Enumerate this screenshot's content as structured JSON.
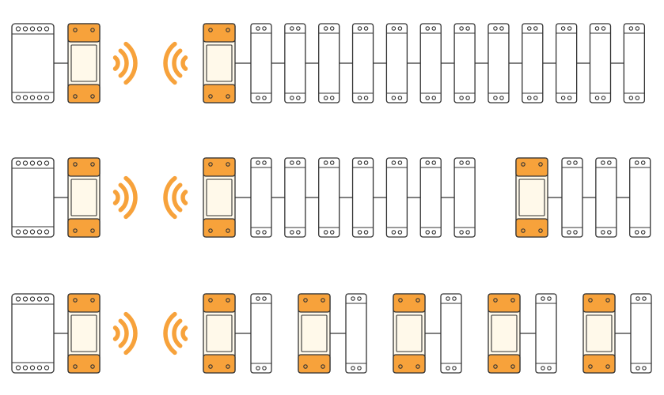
{
  "colors": {
    "outline": "#333333",
    "accent": "#F7A23B",
    "module_fill": "#FFF9EA",
    "body_fill": "#FFFFFF",
    "background": "#FFFFFF"
  },
  "rows": [
    {
      "row": 1,
      "components": [
        "controller",
        "wireless-transmitter",
        "signal-out",
        "signal-in",
        "wireless-receiver",
        "unit",
        "unit",
        "unit",
        "unit",
        "unit",
        "unit",
        "unit",
        "unit",
        "unit",
        "unit",
        "unit",
        "unit"
      ]
    },
    {
      "row": 2,
      "components": [
        "controller",
        "wireless-transmitter",
        "signal-out",
        "signal-in",
        "wireless-receiver",
        "unit",
        "unit",
        "unit",
        "unit",
        "unit",
        "unit",
        "unit",
        "wireless-receiver",
        "unit",
        "unit",
        "unit"
      ]
    },
    {
      "row": 3,
      "components": [
        "controller",
        "wireless-transmitter",
        "signal-out",
        "signal-in",
        "wireless-receiver",
        "unit",
        "wireless-receiver",
        "unit",
        "wireless-receiver",
        "unit",
        "wireless-receiver",
        "unit",
        "wireless-receiver",
        "unit"
      ]
    }
  ],
  "icons": {
    "signal_out": "wifi-waves-right-icon",
    "signal_in": "wifi-waves-left-icon"
  }
}
